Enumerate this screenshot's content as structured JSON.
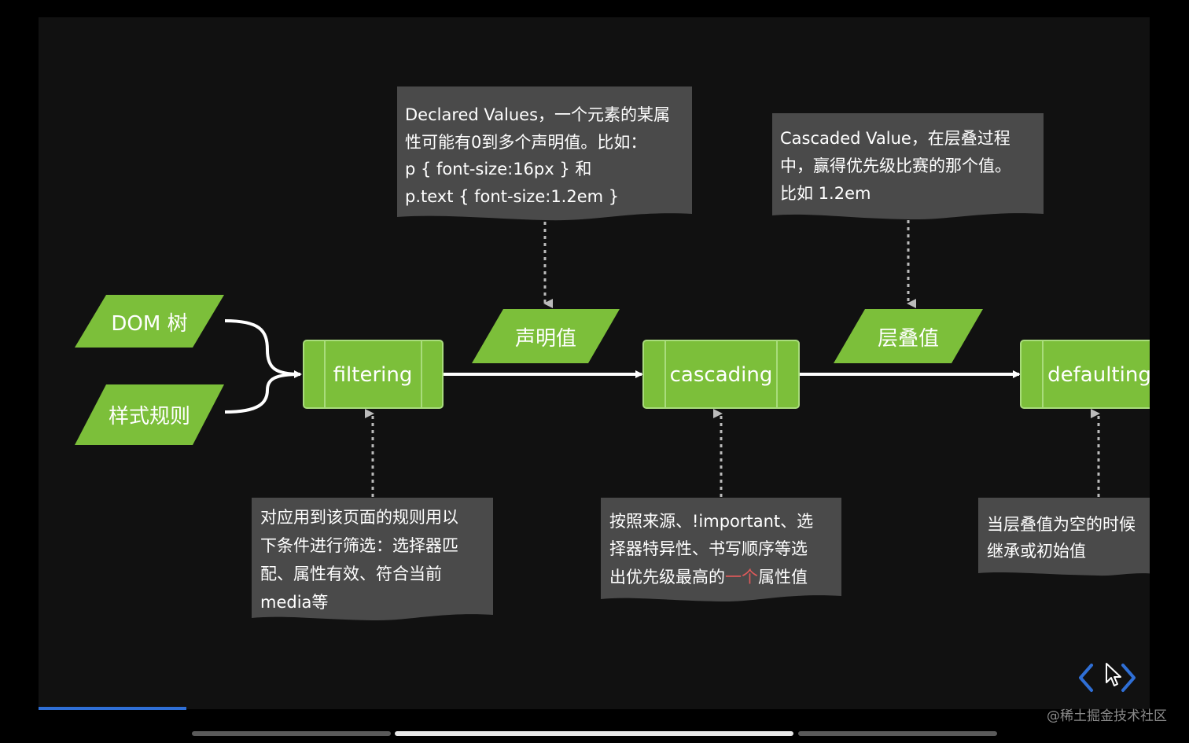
{
  "diagram": {
    "inputs": [
      "DOM 树",
      "样式规则"
    ],
    "steps": [
      "filtering",
      "cascading",
      "defaulting"
    ],
    "values": [
      "声明值",
      "层叠值"
    ],
    "notes_top": [
      [
        "Declared Values，一个元素的某属",
        "性可能有0到多个声明值。比如：",
        "p { font-size:16px } 和",
        "p.text { font-size:1.2em }"
      ],
      [
        "Cascaded Value，在层叠过程",
        "中，赢得优先级比赛的那个值。",
        "比如 1.2em"
      ]
    ],
    "notes_bottom": [
      [
        "对应用到该页面的规则用以",
        "下条件进行筛选：选择器匹",
        "配、属性有效、符合当前",
        "media等"
      ],
      [
        "按照来源、!important、选",
        "择器特异性、书写顺序等选",
        "出优先级最高的一个属性值"
      ],
      [
        "当层叠值为空的时候",
        "继承或初始值"
      ]
    ],
    "highlight": "一个",
    "colors": {
      "green": "#7cbf3a",
      "note": "#4a4a4a",
      "arrow": "#ffffff",
      "dotted": "#bbbbbb",
      "highlight": "#e05a5a",
      "nav": "#2f6fd6"
    }
  },
  "nav": {
    "prev_icon": "chevron-left-icon",
    "next_icon": "chevron-right-icon"
  },
  "watermark": "@稀土掘金技术社区"
}
